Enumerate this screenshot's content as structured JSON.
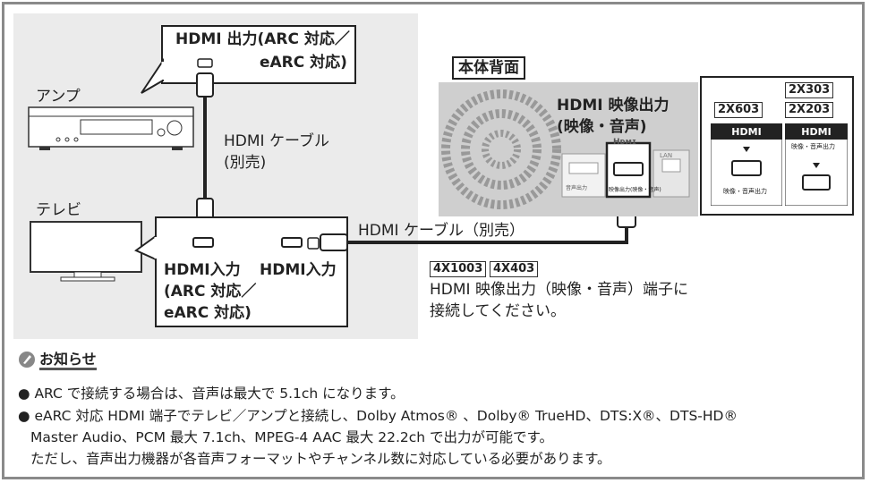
{
  "amp_callout": {
    "line1": "HDMI 出力(ARC 対応／",
    "line2": "eARC 対応)"
  },
  "amp_label": "アンプ",
  "tv_label": "テレビ",
  "cable_vertical": {
    "line1": "HDMI ケーブル",
    "line2": "(別売)"
  },
  "cable_horizontal": "HDMI ケーブル（別売）",
  "tv_callout": {
    "in1_line1": "HDMI入力",
    "in1_line2": "(ARC 対応／",
    "in1_line3": "eARC 対応)",
    "in2": "HDMI入力"
  },
  "rear_title": "本体背面",
  "rear_output": {
    "line1": "HDMI 映像出力",
    "line2": "(映像・音声)"
  },
  "rear_panel": {
    "hdmi_logo": "Hᴅᴍɪ",
    "audio_out": "音声出力",
    "video_out": "映像出力(映像・音声)",
    "lan": "LAN"
  },
  "model_boxes": {
    "left": "2X603",
    "right_top": "2X303",
    "right_bottom": "2X203",
    "left_caption": "映像・音声出力",
    "right_caption": "映像・音声出力",
    "logo": "HDMI"
  },
  "model_4k": {
    "a": "4X1003",
    "b": "4X403"
  },
  "instruction": {
    "line1": "HDMI 映像出力（映像・音声）端子に",
    "line2": "接続してください。"
  },
  "notice_title": "お知らせ",
  "notes": [
    "● ARC で接続する場合は、音声は最大で 5.1ch になります。",
    "● eARC 対応 HDMI 端子でテレビ／アンプと接続し、Dolby Atmos® 、Dolby® TrueHD、DTS:X®、DTS-HD®",
    "Master Audio、PCM 最大 7.1ch、MPEG-4 AAC 最大 22.2ch で出力が可能です。",
    "ただし、音声出力機器が各音声フォーマットやチャンネル数に対応している必要があります。"
  ]
}
